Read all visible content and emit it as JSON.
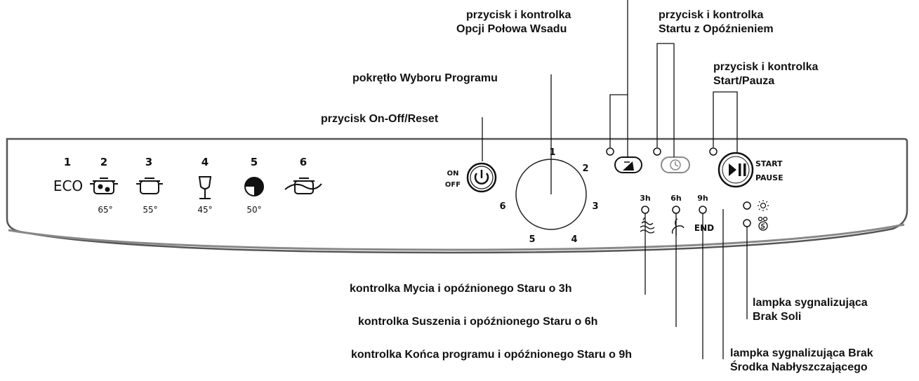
{
  "panel": {
    "programs": [
      {
        "number": "1",
        "name": "ECO",
        "temp": "",
        "icon": "eco-text"
      },
      {
        "number": "2",
        "name": "",
        "temp": "65°",
        "icon": "intensive-pot-icon"
      },
      {
        "number": "3",
        "name": "",
        "temp": "55°",
        "icon": "normal-pot-icon"
      },
      {
        "number": "4",
        "name": "",
        "temp": "45°",
        "icon": "wine-glass-icon"
      },
      {
        "number": "5",
        "name": "",
        "temp": "50°",
        "icon": "quick-clock-icon"
      },
      {
        "number": "6",
        "name": "",
        "temp": "",
        "icon": "prewash-pot-icon"
      }
    ],
    "onoff": {
      "on": "ON",
      "off": "OFF",
      "icon": "power-icon"
    },
    "dial_numbers": [
      "1",
      "2",
      "3",
      "4",
      "5",
      "6"
    ],
    "delay_hours": [
      "3h",
      "6h",
      "9h"
    ],
    "end_label": "END",
    "start_pause": {
      "start": "START",
      "pause": "PAUSE",
      "icon": "play-pause-icon"
    },
    "icons": {
      "half_load": "half-load-icon",
      "delay": "delay-clock-icon",
      "wash": "wash-icon",
      "dry": "fan-icon",
      "rinse_aid": "sun-icon",
      "salt": "salt-icon"
    }
  },
  "callouts": {
    "half_load": [
      "przycisk i kontrolka",
      "Opcji Połowa Wsadu"
    ],
    "delay_start": [
      "przycisk i kontrolka",
      "Startu z Opóźnieniem"
    ],
    "program_dial": "pokrętło Wyboru Programu",
    "start_pause": [
      "przycisk i kontrolka",
      "Start/Pauza"
    ],
    "onoff_reset": "przycisk On-Off/Reset",
    "wash_3h": "kontrolka Mycia i opóźnionego Staru o 3h",
    "dry_6h": "kontrolka Suszenia i opóźnionego Staru o 6h",
    "end_9h": "kontrolka Końca programu i opóźnionego Staru o 9h",
    "salt": [
      "lampka sygnalizująca",
      "Brak Soli"
    ],
    "rinse_aid": [
      "lampka sygnalizująca Brak",
      "Środka Nabłyszczającego"
    ]
  }
}
